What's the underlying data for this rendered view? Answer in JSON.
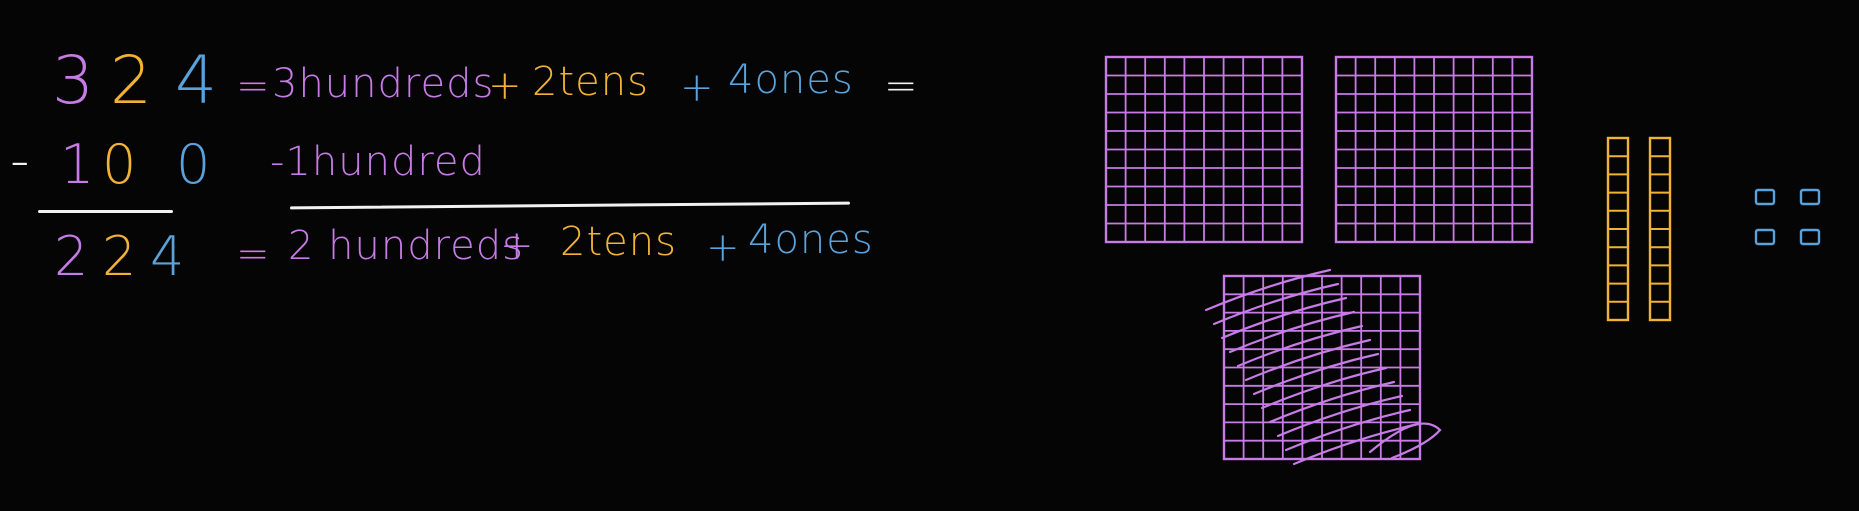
{
  "colors": {
    "background": "#050505",
    "purple": "#c77be6",
    "orange": "#f2b236",
    "blue": "#5aa2d9",
    "white": "#f2f2f2"
  },
  "row1": {
    "hundreds_digit": "3",
    "tens_digit": "2",
    "ones_digit": "4",
    "eq1": "=",
    "hundreds_part": "3hundreds",
    "plus1": "+",
    "tens_part": "2tens",
    "plus2": "+",
    "ones_part": "4ones",
    "eq2": "="
  },
  "row2": {
    "minus": "-",
    "hundreds_digit": "1",
    "tens_digit": "0",
    "ones_digit": "0",
    "minus_text": "-1hundred"
  },
  "row3": {
    "hundreds_digit": "2",
    "tens_digit": "2",
    "ones_digit": "4",
    "eq": "=",
    "hundreds_part": "2 hundreds",
    "plus1": "+",
    "tens_part": "2tens",
    "plus2": "+",
    "ones_part": "4ones"
  },
  "blocks": {
    "hundred_squares_intact": 2,
    "hundred_squares_crossed_out": 1,
    "grid_cells_per_side": 10,
    "ten_rods": 2,
    "cells_per_rod": 10,
    "ones_cubes": 4
  }
}
